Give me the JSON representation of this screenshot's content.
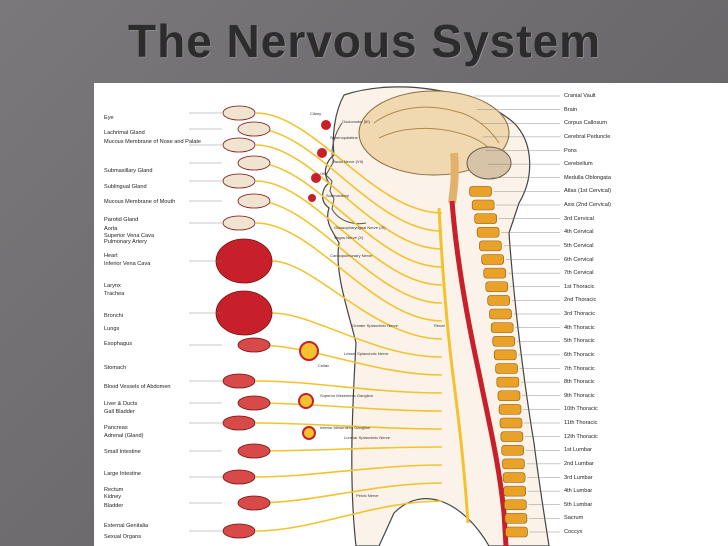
{
  "slide": {
    "title": "The Nervous System"
  },
  "left_labels": [
    "Eye",
    "Lachrimal Gland",
    "Mucous Membrane of Nose and Palate",
    "Submaxillary Gland",
    "Sublingual Gland",
    "Mucous Membrane of Mouth",
    "Parotid Gland",
    "Aorta",
    "Superior Vena Cava",
    "Pulmonary Artery",
    "Heart",
    "Inferior Vena Cava",
    "Larynx",
    "Trachea",
    "Bronchi",
    "Lungs",
    "Esophagus",
    "Stomach",
    "Blood Vessels of Abdomen",
    "Liver & Ducts",
    "Gall Bladder",
    "Pancreas",
    "Adrenal (Gland)",
    "Small Intestine",
    "Large Intestine",
    "Rectum",
    "Kidney",
    "Bladder",
    "External Genitalia",
    "Sexual Organs"
  ],
  "right_labels": [
    "Cranial Vault",
    "Brain",
    "Corpus Callosum",
    "Cerebral Peduncle",
    "Pons",
    "Cerebellum",
    "Medulla Oblongata",
    "Atlas (1st Cervical)",
    "Axis (2nd Cervical)",
    "3rd Cervical",
    "4th Cervical",
    "5th Cervical",
    "6th Cervical",
    "7th Cervical",
    "1st Thoracic",
    "2nd Thoracic",
    "3rd Thoracic",
    "4th Thoracic",
    "5th Thoracic",
    "6th Thoracic",
    "7th Thoracic",
    "8th Thoracic",
    "9th Thoracic",
    "10th Thoracic",
    "11th Thoracic",
    "12th Thoracic",
    "1st Lumbar",
    "2nd Lumbar",
    "3rd Lumbar",
    "4th Lumbar",
    "5th Lumbar",
    "Sacrum",
    "Coccyx"
  ],
  "inner_labels": [
    "Ciliary",
    "Oculomotor (III)",
    "Sphenopalatine",
    "Facial Nerve (VII)",
    "Otic",
    "Submaxillary",
    "Glossopharyngeal Nerve (IX)",
    "Vagus Nerve (X)",
    "Cardiopulmonary Nerve",
    "Greater Splanchnic Nerve",
    "Lesser Splanchnic Nerve",
    "Celiac",
    "Superior Mesenteric Ganglion",
    "Inferior Mesenteric Ganglion",
    "Lumbar Splanchnic Nerve",
    "Pelvic Nerve",
    "Renal"
  ],
  "colors": {
    "nerve": "#f2c32e",
    "spine": "#e9a227",
    "organ_red": "#c8202a",
    "body_outline": "#444444",
    "brain": "#f0d9b0"
  }
}
